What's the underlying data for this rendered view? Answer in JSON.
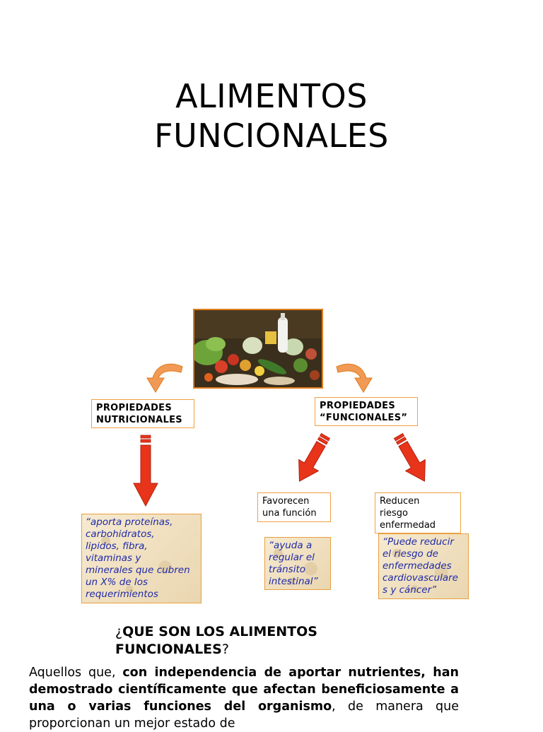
{
  "title": {
    "line1": "ALIMENTOS",
    "line2": "FUNCIONALES"
  },
  "boxes": {
    "nutricionales": {
      "line1": "PROPIEDADES",
      "line2": "NUTRICIONALES"
    },
    "funcionales": {
      "line1": "PROPIEDADES",
      "line2": "“FUNCIONALES”"
    },
    "favorecen": {
      "line1": "Favorecen",
      "line2": "una función"
    },
    "reducen": {
      "line1": "Reducen",
      "line2": "riesgo",
      "line3": "enfermedad"
    }
  },
  "quotes": {
    "nutricional": [
      "“aporta proteínas,",
      "carbohidratos,",
      "lipidos, fibra,",
      "vitaminas y",
      "minerales que cubren",
      "un X% de los",
      "requerimientos"
    ],
    "transito": [
      "“ayuda a",
      "regular el",
      "tránsito",
      "intestinal”"
    ],
    "riesgo": [
      "“Puede reducir",
      "el riesgo de",
      "enfermedades",
      "cardiovasculare",
      "s y cáncer”"
    ]
  },
  "question": {
    "open": "¿",
    "bold_line1": "QUE SON LOS ALIMENTOS",
    "bold_line2": "FUNCIONALES",
    "close": "?"
  },
  "paragraph": {
    "lead": "Aquellos que, ",
    "bold": "con independencia de aportar nutrientes, han demostrado científicamente que afectan beneficiosamente a una o varias funciones del organismo",
    "rest": ", de manera que proporcionan un mejor estado de"
  },
  "colors": {
    "accent_border": "#e07b1a",
    "arrow_red": "#e8341a",
    "quote_text": "#1f2aa8"
  }
}
